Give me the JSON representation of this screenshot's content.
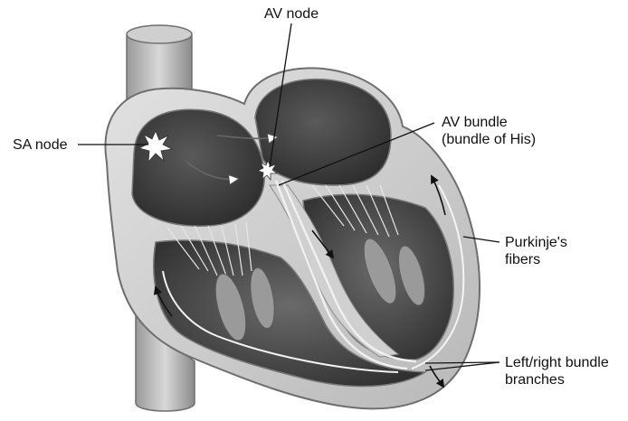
{
  "labels": {
    "av_node": "AV node",
    "av_bundle_line1": "AV bundle",
    "av_bundle_line2": "(bundle of His)",
    "sa_node": "SA node",
    "purkinje_line1": "Purkinje's",
    "purkinje_line2": "fibers",
    "bundle_branches_line1": "Left/right bundle",
    "bundle_branches_line2": "branches"
  },
  "colors": {
    "tissue": "#d6d6d6",
    "tissue_edge": "#6e6e6e",
    "chamber": "#3a3a3a",
    "chamber_light": "#6a6a6a",
    "vessel": "#c4c4c4",
    "text": "#111111"
  },
  "icons": {
    "sa_node": "starburst-icon",
    "av_node": "starburst-icon"
  }
}
